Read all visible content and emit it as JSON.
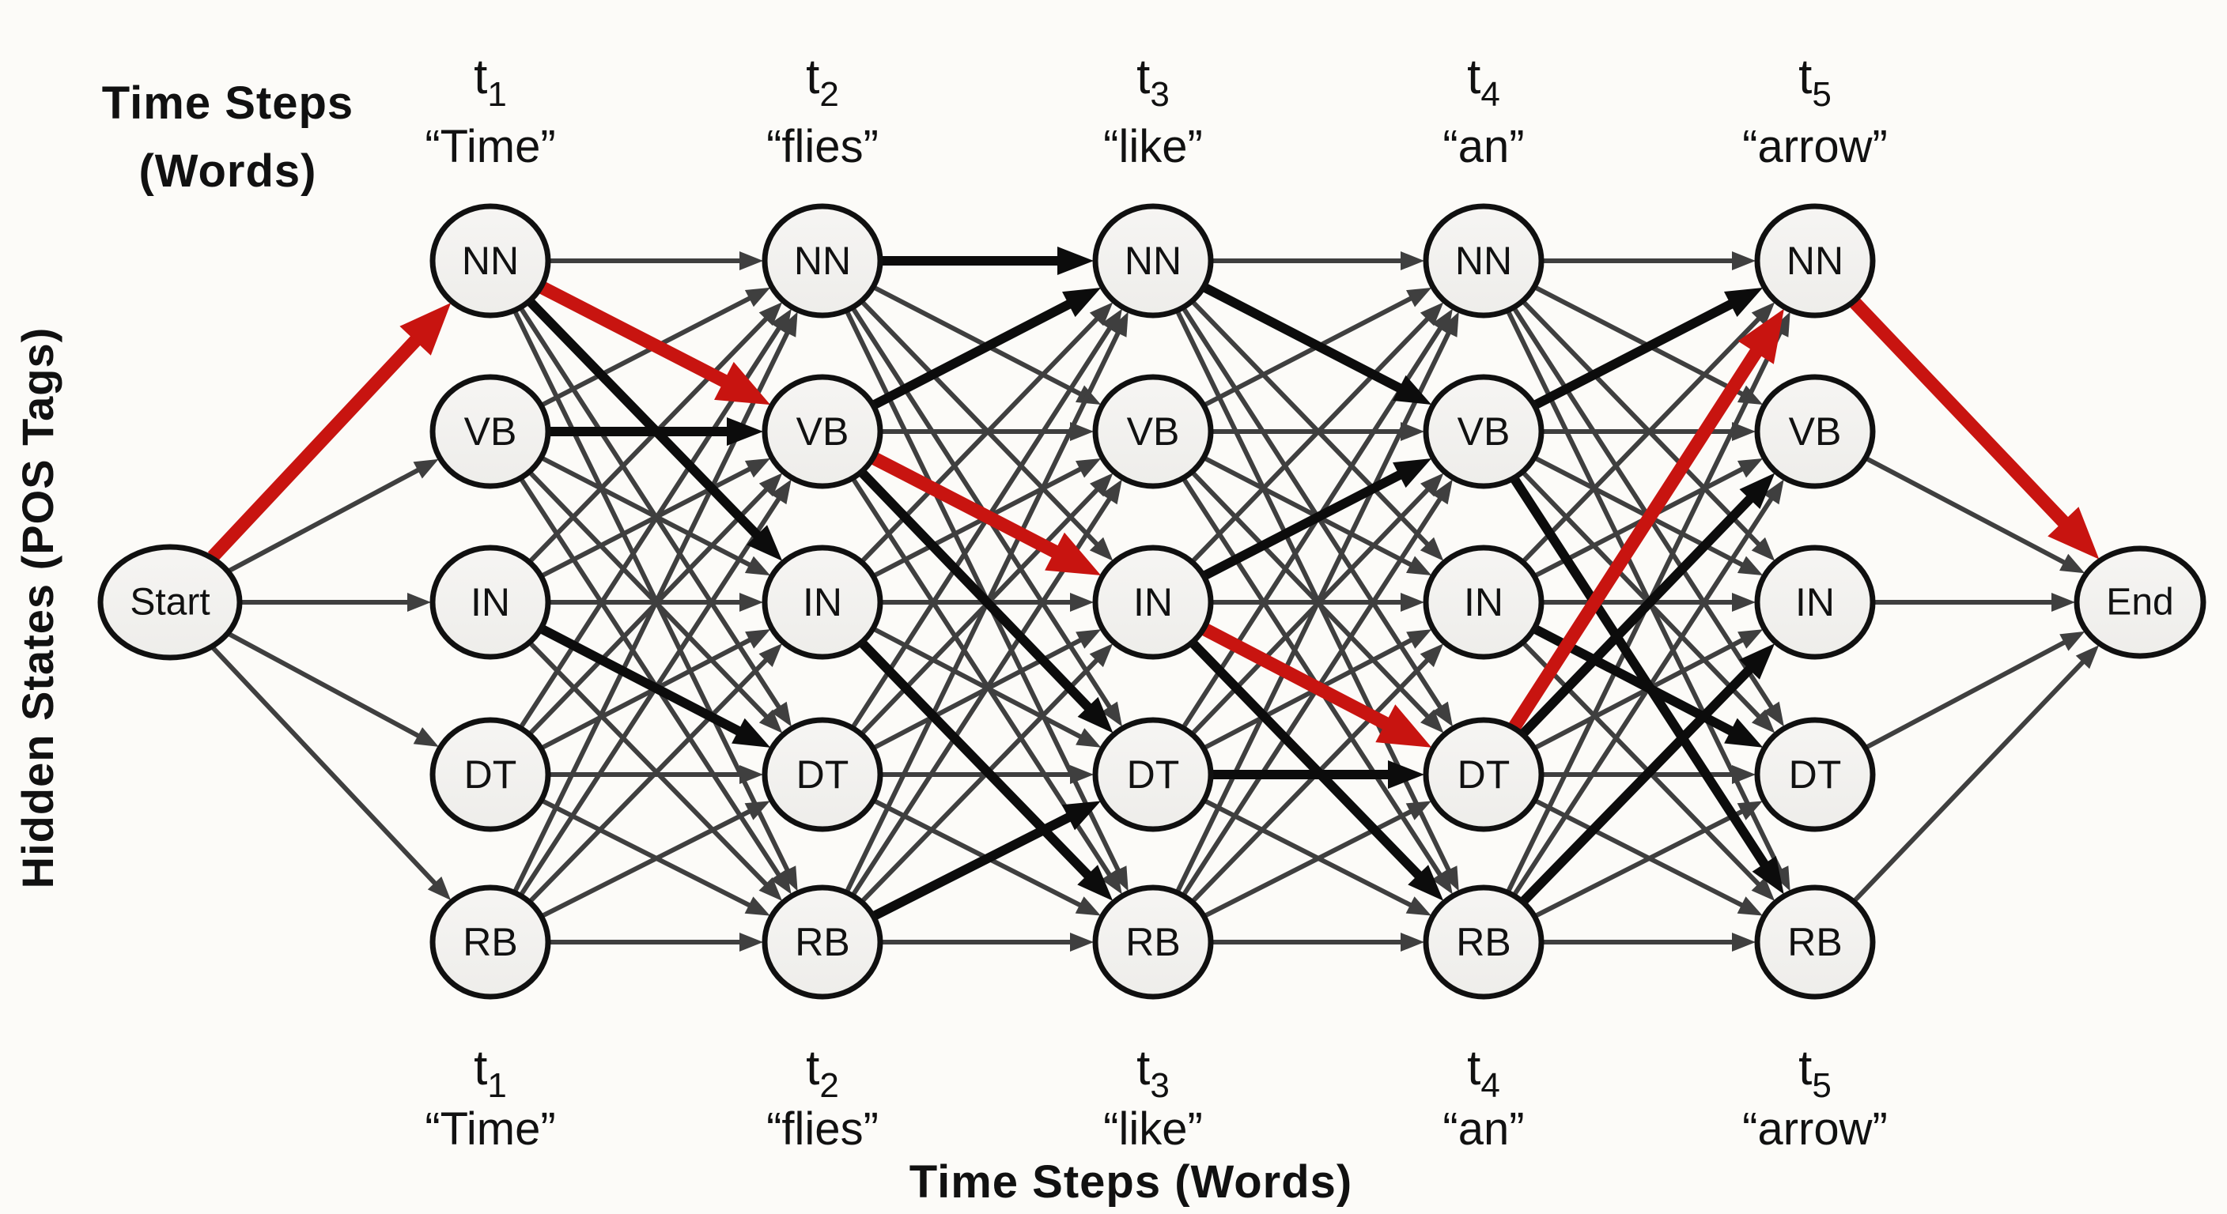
{
  "diagram_type": "hmm-viterbi-trellis",
  "corner_title": {
    "line1": "Time Steps",
    "line2": "(Words)"
  },
  "left_axis_label": "Hidden States (POS Tags)",
  "bottom_axis_label": "Time Steps (Words)",
  "start_node_label": "Start",
  "end_node_label": "End",
  "states": [
    "NN",
    "VB",
    "IN",
    "DT",
    "RB"
  ],
  "time_steps": [
    {
      "id": "t1",
      "base": "t",
      "sub": "1",
      "word": "“Time”"
    },
    {
      "id": "t2",
      "base": "t",
      "sub": "2",
      "word": "“flies”"
    },
    {
      "id": "t3",
      "base": "t",
      "sub": "3",
      "word": "“like”"
    },
    {
      "id": "t4",
      "base": "t",
      "sub": "4",
      "word": "“an”"
    },
    {
      "id": "t5",
      "base": "t",
      "sub": "5",
      "word": "“arrow”"
    }
  ],
  "viterbi_path_red": [
    "Start",
    "t1:NN",
    "t2:VB",
    "t3:IN",
    "t4:DT",
    "t5:NN",
    "End"
  ],
  "bold_black_transitions": [
    [
      "t1:NN",
      "t2:IN"
    ],
    [
      "t1:VB",
      "t2:VB"
    ],
    [
      "t1:IN",
      "t2:DT"
    ],
    [
      "t2:NN",
      "t3:NN"
    ],
    [
      "t2:VB",
      "t3:NN"
    ],
    [
      "t2:VB",
      "t3:DT"
    ],
    [
      "t2:IN",
      "t3:RB"
    ],
    [
      "t2:RB",
      "t3:DT"
    ],
    [
      "t3:NN",
      "t4:VB"
    ],
    [
      "t3:IN",
      "t4:VB"
    ],
    [
      "t3:DT",
      "t4:DT"
    ],
    [
      "t3:IN",
      "t4:RB"
    ],
    [
      "t4:VB",
      "t5:NN"
    ],
    [
      "t4:DT",
      "t5:VB"
    ],
    [
      "t4:RB",
      "t5:IN"
    ],
    [
      "t4:IN",
      "t5:DT"
    ],
    [
      "t4:VB",
      "t5:RB"
    ]
  ],
  "default_transition_note": "all other adjacent-column transitions, Start to every t1 state, and every t5 state to End are plain gray arrows",
  "colors": {
    "background": "#fcfbf8",
    "node_fill": "#eeedea",
    "node_fill_light": "#f6f5f3",
    "node_border": "#101010",
    "edge_gray": "#3f3f3f",
    "edge_black": "#0c0c0c",
    "path_red": "#c81410",
    "text": "#111111"
  }
}
